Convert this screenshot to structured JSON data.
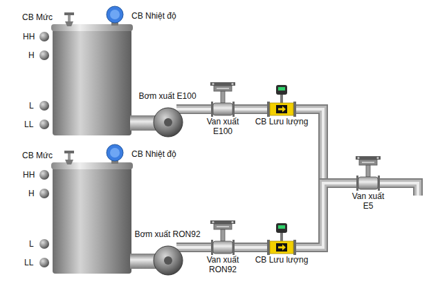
{
  "diagram": {
    "nodes": [
      {
        "text": [
          "Bơm xuất E100"
        ]
      },
      {
        "text": [
          "Van xuất E100"
        ]
      },
      {
        "text": [
          "CB Lưu lượng"
        ]
      },
      {
        "text": [
          "Van xuất E5"
        ]
      },
      {
        "text": [
          "Bơm xuất RON92"
        ]
      },
      {
        "text": [
          "Van xuất RON92"
        ]
      },
      {
        "text": [
          "CB Lưu lượng"
        ]
      }
    ],
    "edges": [
      {
        "from": 0,
        "to": 1,
        "arrow": "none"
      },
      {
        "from": 1,
        "to": 2,
        "arrow": "none"
      },
      {
        "from": 2,
        "to": 3,
        "arrow": "none"
      },
      {
        "from": 4,
        "to": 5,
        "arrow": "none"
      },
      {
        "from": 5,
        "to": 6,
        "arrow": "none"
      },
      {
        "from": 6,
        "to": 3,
        "arrow": "none"
      }
    ],
    "labels": [
      "CB Mức",
      "CB Nhiệt độ",
      "HH",
      "H",
      "L",
      "LL",
      "CB Mức",
      "CB Nhiệt độ",
      "HH",
      "H",
      "L",
      "LL"
    ]
  }
}
